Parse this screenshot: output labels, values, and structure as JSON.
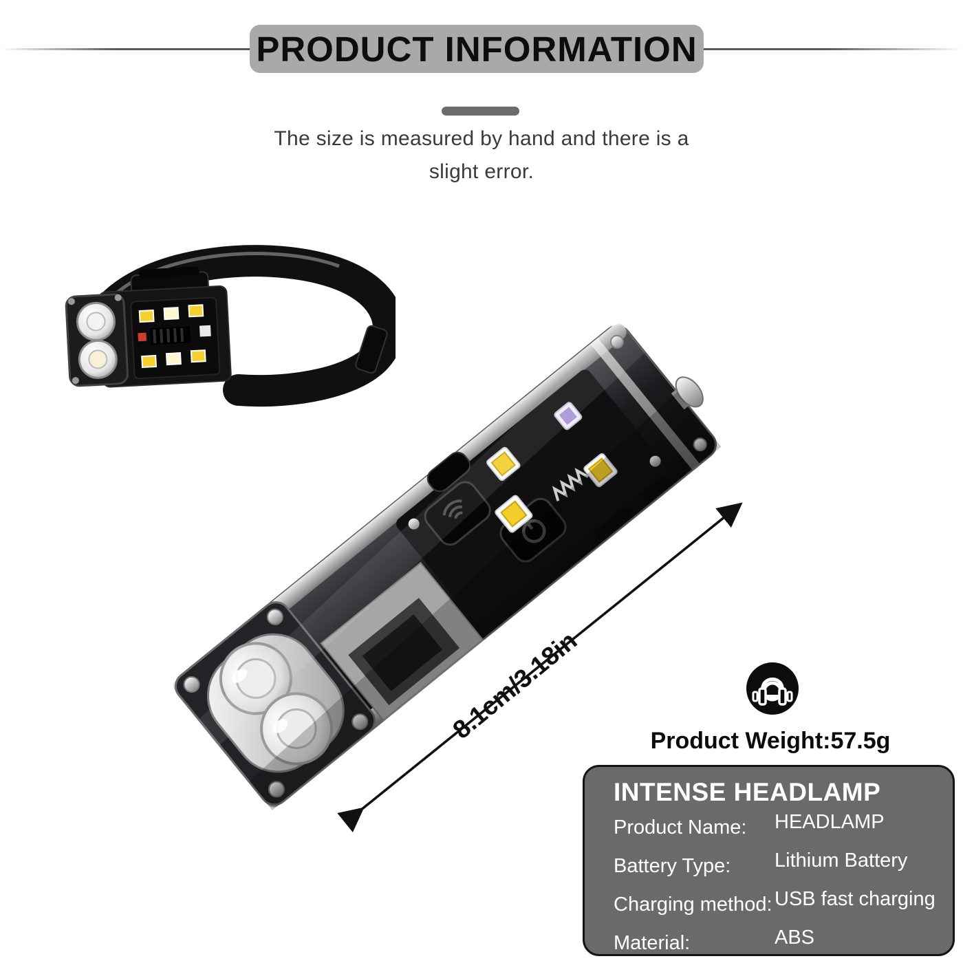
{
  "banner": {
    "title": "PRODUCT INFORMATION"
  },
  "notice": {
    "line1": "The size is measured by hand and there is a",
    "line2": "slight error."
  },
  "dimension": {
    "label": "8.1cm/3.18in"
  },
  "weight": {
    "label": "Product Weight:57.5g"
  },
  "spec": {
    "title": "INTENSE HEADLAMP",
    "rows": [
      {
        "label": "Product Name:",
        "value": "HEADLAMP"
      },
      {
        "label": "Battery Type:",
        "value": "Lithium Battery"
      },
      {
        "label": "Charging method:",
        "value": "USB fast charging"
      },
      {
        "label": "Material:",
        "value": "ABS"
      }
    ]
  },
  "icons": {
    "weight": "kettlebell-dumbbell-in-black-circle"
  },
  "colors": {
    "banner_bg": "#a9a9a9",
    "panel_bg": "#6a6a6a",
    "panel_border": "#141414",
    "text_dark": "#3a3a3a",
    "led_yellow": "#f2ce2c",
    "led_red": "#d23b2f",
    "silver": "#c9c9c9"
  }
}
